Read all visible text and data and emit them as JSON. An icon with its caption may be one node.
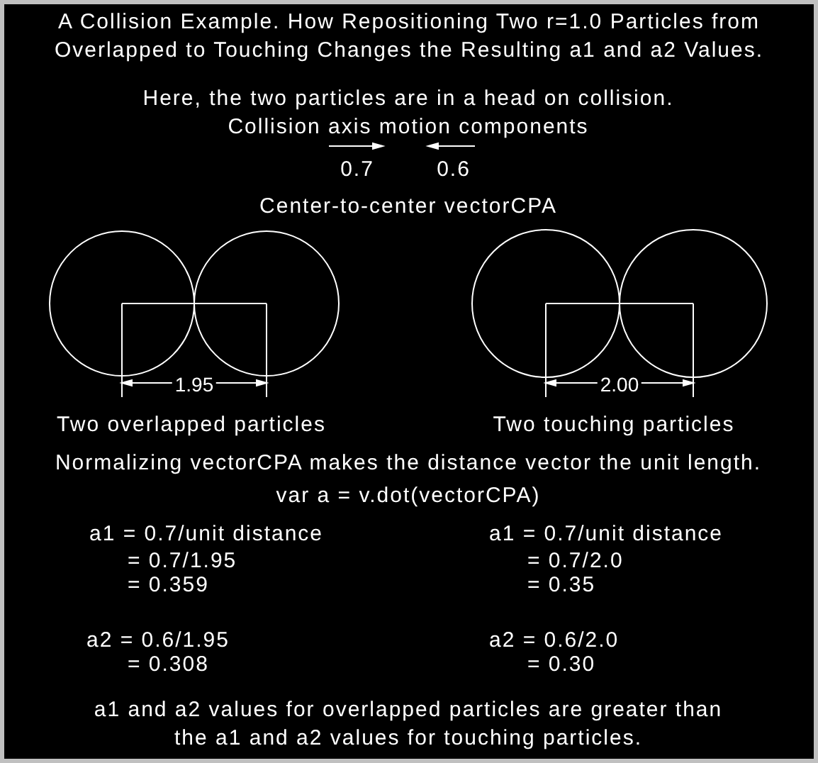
{
  "diagram": {
    "title": "A Collision Example. How Repositioning Two r=1.0 Particles from Overlapped to Touching Changes the Resulting a1 and a2 Values.",
    "labels": [
      "Here, the two particles are in a head on collision. Collision axis motion components",
      "0.7",
      "0.6",
      "Center-to-center vectorCPA",
      "1.95",
      "2.00",
      "Two overlapped particles",
      "Two touching particles",
      "Normalizing vectorCPA makes the distance vector the unit length.",
      "var a = v.dot(vectorCPA)",
      "a1 = 0.7/unit distance",
      "= 0.7/1.95",
      "= 0.359",
      "a2 = 0.6/1.95",
      "= 0.308",
      "a1 = 0.7/unit distance",
      "= 0.7/2.0",
      "= 0.35",
      "a2 = 0.6/2.0",
      "= 0.30",
      "a1 and a2 values for overlapped particles are greater than the a1 and a2 values for touching particles."
    ]
  }
}
